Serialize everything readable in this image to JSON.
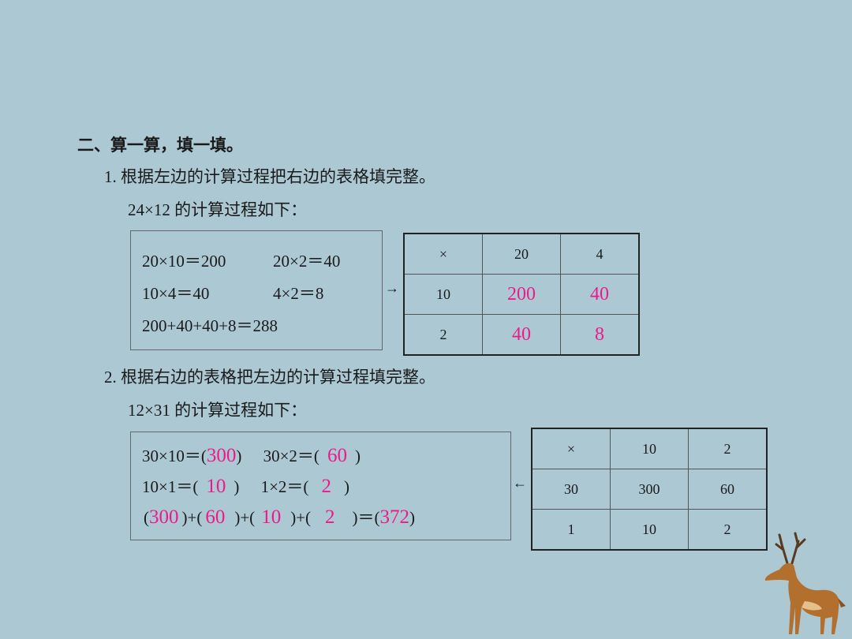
{
  "section_title": "二、算一算，填一填。",
  "q1": {
    "instruction": "1. 根据左边的计算过程把右边的表格填完整。",
    "subtitle": "24×12 的计算过程如下：",
    "lines": [
      "20×10＝200",
      "20×2＝40",
      "10×4＝40",
      "4×2＝8",
      "200+40+40+8＝288"
    ],
    "arrow": "→",
    "table": {
      "header": [
        "×",
        "20",
        "4"
      ],
      "rows": [
        {
          "label": "10",
          "cells": [
            "200",
            "40"
          ]
        },
        {
          "label": "2",
          "cells": [
            "40",
            "8"
          ]
        }
      ]
    }
  },
  "q2": {
    "instruction": "2. 根据右边的表格把左边的计算过程填完整。",
    "subtitle": "12×31 的计算过程如下：",
    "line1": {
      "a": "30×10＝(",
      "a_ans": "300",
      "a_end": ")",
      "b": "30×2＝(",
      "b_ans": "60",
      "b_end": ")"
    },
    "line2": {
      "a": "10×1＝(",
      "a_ans": "10",
      "a_end": ")",
      "b": "1×2＝(",
      "b_ans": "2",
      "b_end": ")"
    },
    "line3": {
      "p1": "(",
      "a1": "300",
      "p2": ")+(",
      "a2": "60",
      "p3": ")+(",
      "a3": "10",
      "p4": ")+(",
      "a4": "2",
      "p5": ")＝(",
      "a5": "372",
      "p6": ")"
    },
    "arrow": "←",
    "table": {
      "header": [
        "×",
        "10",
        "2"
      ],
      "rows": [
        {
          "label": "30",
          "cells": [
            "300",
            "60"
          ]
        },
        {
          "label": "1",
          "cells": [
            "10",
            "2"
          ]
        }
      ]
    }
  },
  "colors": {
    "background": "#abc8d3",
    "answer": "#ec1a8c"
  }
}
